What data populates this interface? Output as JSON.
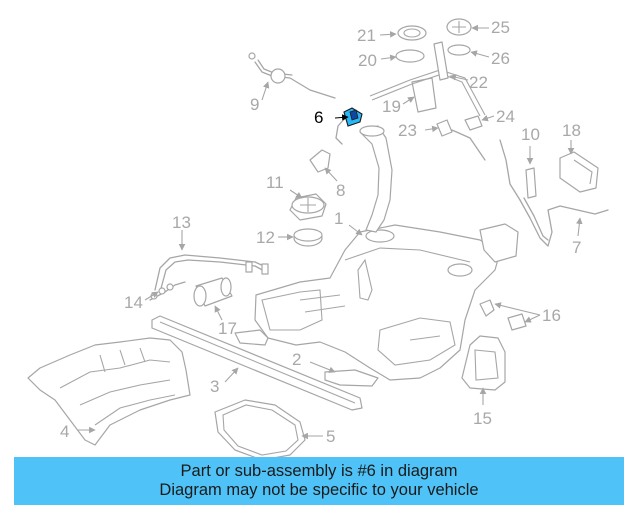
{
  "diagram": {
    "callouts": [
      "1",
      "2",
      "3",
      "4",
      "5",
      "6",
      "7",
      "8",
      "9",
      "10",
      "11",
      "12",
      "13",
      "14",
      "15",
      "16",
      "17",
      "18",
      "19",
      "20",
      "21",
      "22",
      "23",
      "24",
      "25",
      "26"
    ],
    "highlighted_part": "6"
  },
  "banner": {
    "line1": "Part or sub-assembly is #6 in diagram",
    "line2": "Diagram may not be specific to your vehicle",
    "color": "#4fc3f7"
  },
  "colors": {
    "part_outline": "#a6a6a6",
    "label": "#a8a8a8",
    "highlight_part": "#29b6f6",
    "highlight_label": "#000000"
  }
}
